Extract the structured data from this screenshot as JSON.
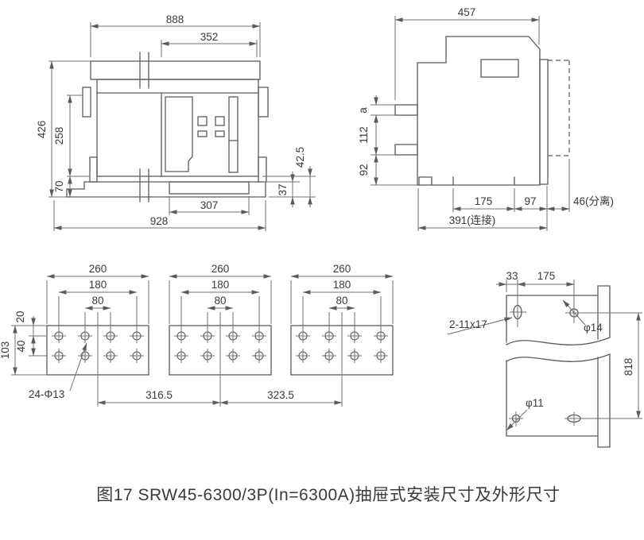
{
  "colors": {
    "ink": "#5b5b5b",
    "dim_line": "#707070",
    "text": "#3a3a3a",
    "background": "#ffffff"
  },
  "caption": "图17 SRW45-6300/3P(In=6300A)抽屉式安装尺寸及外形尺寸",
  "front_view": {
    "overall_width": "888",
    "panel_width": "352",
    "overall_height": "426",
    "body_height": "258",
    "base_offset": "70",
    "base_height_outer": "42.5",
    "base_height_inner": "37",
    "base_cutout_width": "307",
    "base_width": "928"
  },
  "side_view": {
    "depth": "457",
    "terminal_thickness": "a",
    "terminal_pitch": "112",
    "bottom_clearance": "92",
    "foot_pitch": "175",
    "rear_offset": "97",
    "separated_travel": "46(分离)",
    "connected_depth": "391(连接)"
  },
  "busbar_view": {
    "plate_width": "260",
    "outer_hole_pitch": "180",
    "inner_hole_pitch": "80",
    "edge_to_first_row": "20",
    "row_pitch": "40",
    "plate_height": "103",
    "holes_note": "24-Φ13",
    "phase_pitch_left": "316.5",
    "phase_pitch_right": "323.5"
  },
  "bracket_view": {
    "slot_offset": "33",
    "hole_pitch": "175",
    "slots_note": "2-11x17",
    "top_hole_dia": "φ14",
    "height": "818",
    "bottom_hole_dia": "φ11"
  }
}
